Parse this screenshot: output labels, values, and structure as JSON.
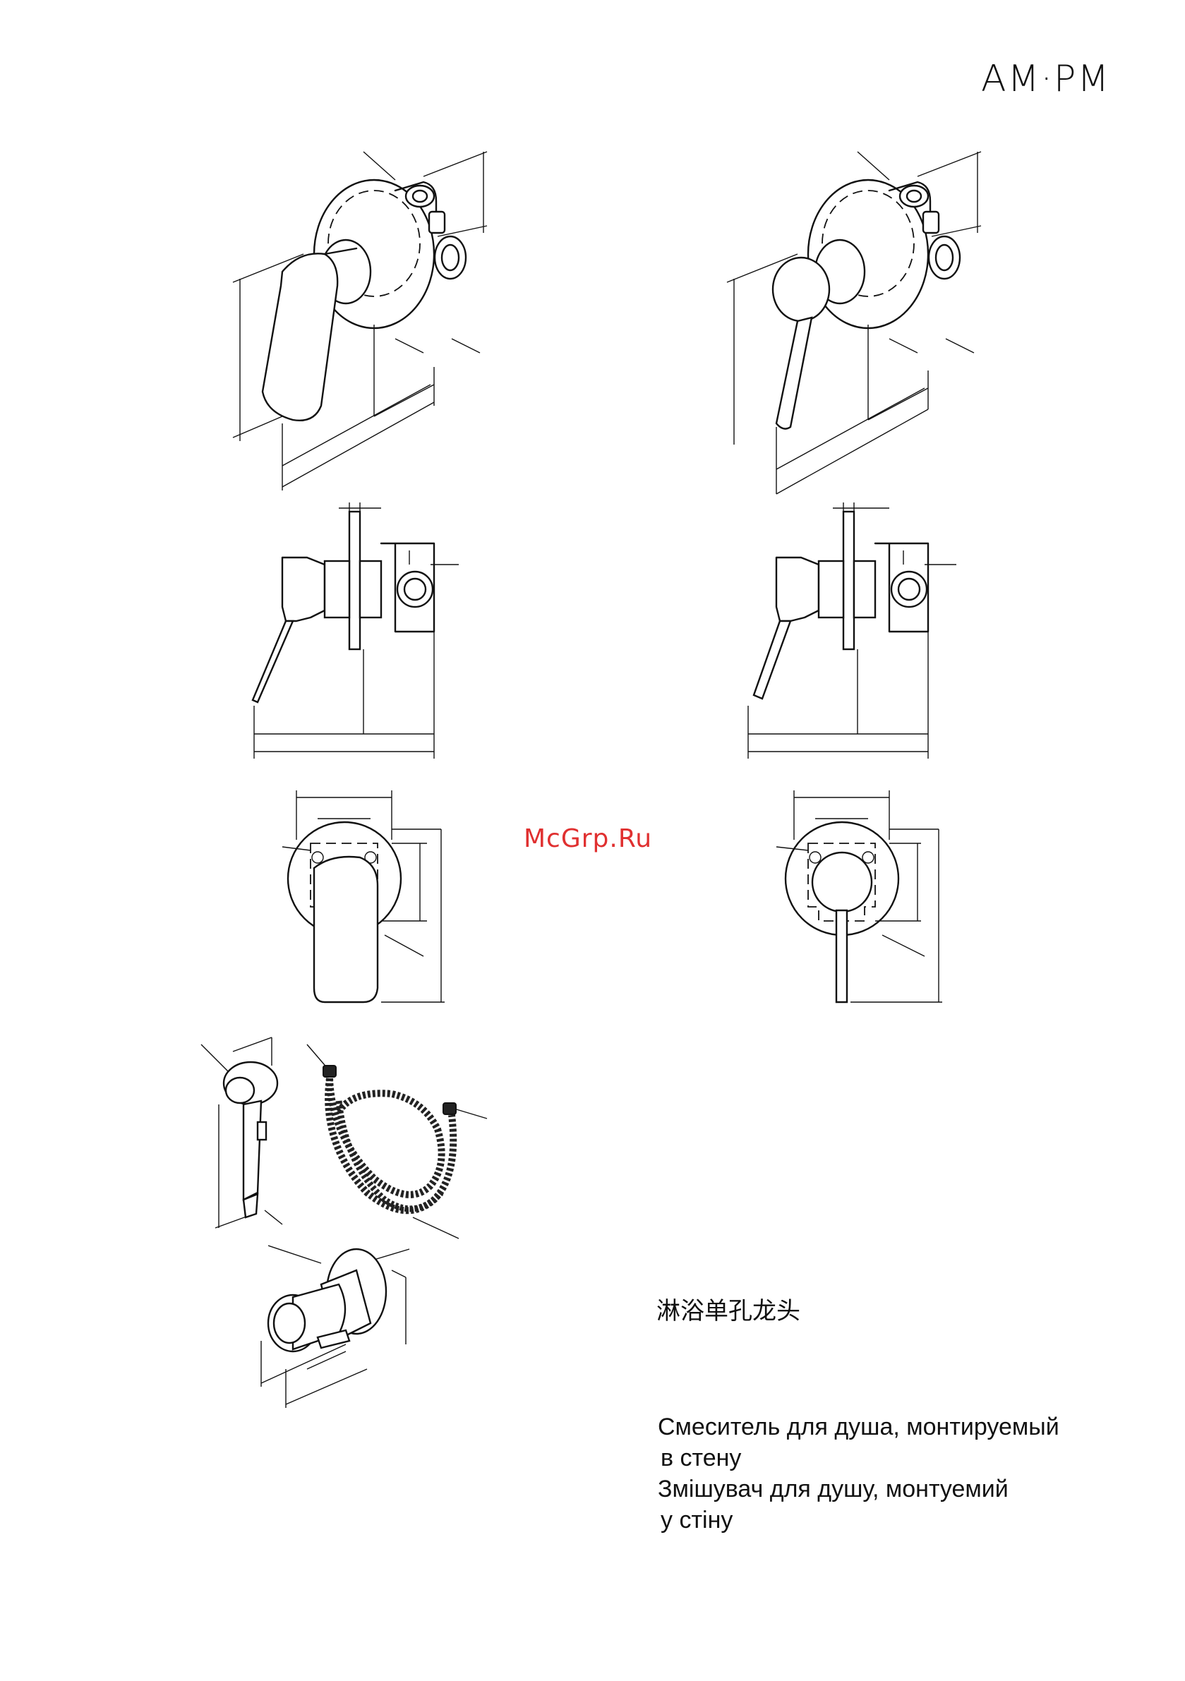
{
  "header": {
    "brand": "AM·PM"
  },
  "watermark": {
    "text": "McGrp.Ru"
  },
  "product": {
    "title_cn": "淋浴单孔龙头",
    "title_ru_line1": "Смеситель для душа, монтируемый",
    "title_ru_line2": "в стену",
    "title_uk_line1": "Змішувач для душу, монтуемий",
    "title_uk_line2": "у стіну"
  },
  "drawings": [
    {
      "name": "mixer-paddle-isometric"
    },
    {
      "name": "mixer-lever-isometric"
    },
    {
      "name": "mixer-paddle-side"
    },
    {
      "name": "mixer-lever-side"
    },
    {
      "name": "mixer-paddle-front"
    },
    {
      "name": "mixer-lever-front"
    },
    {
      "name": "hand-shower"
    },
    {
      "name": "shower-hose"
    },
    {
      "name": "wall-connector"
    }
  ]
}
